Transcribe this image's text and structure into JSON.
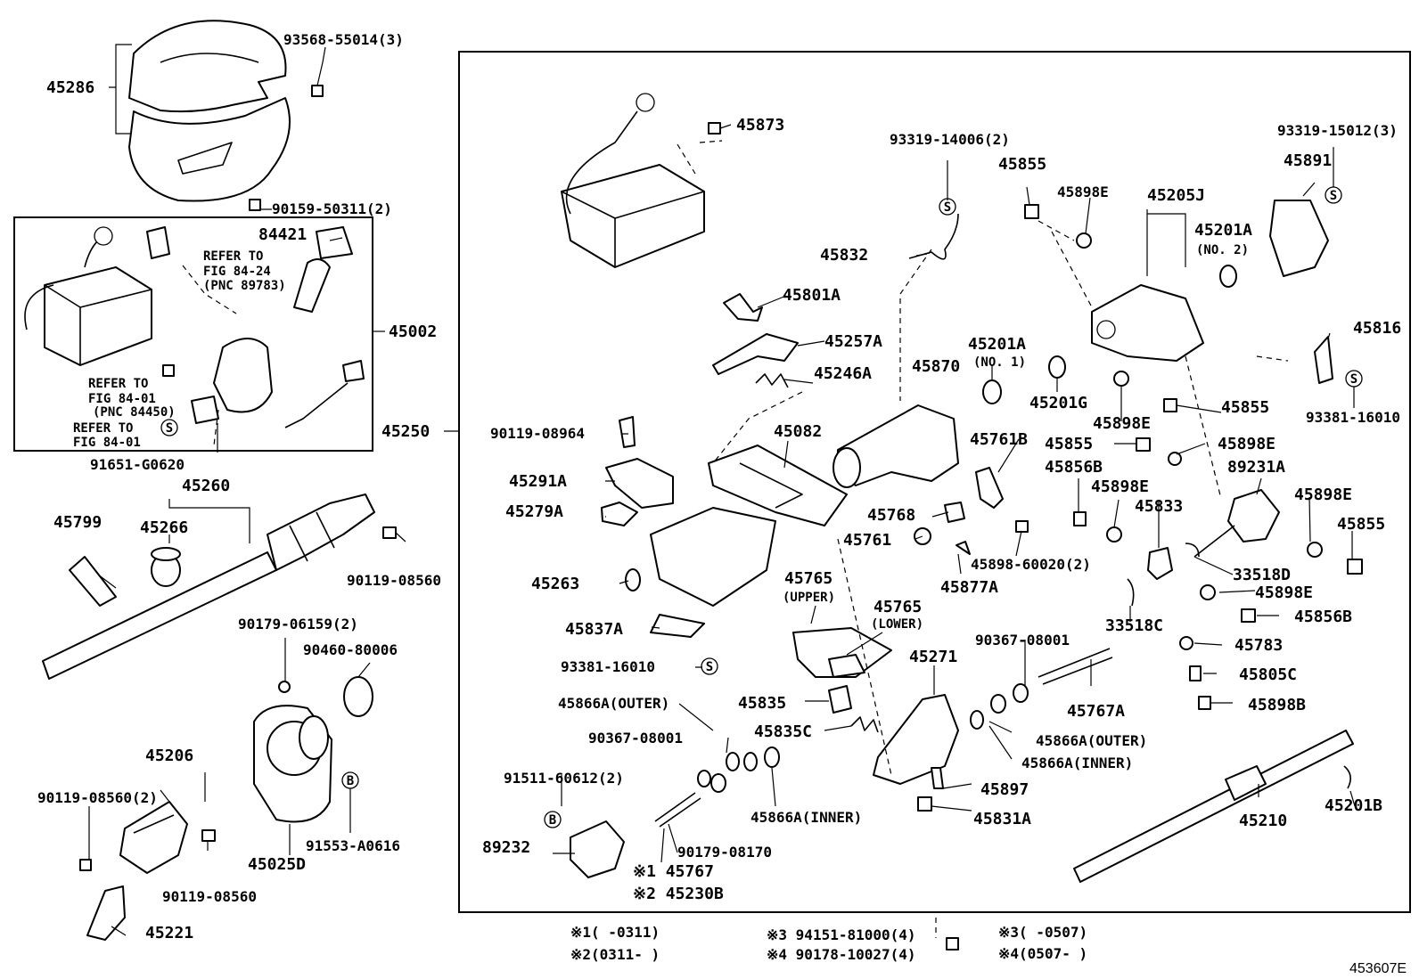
{
  "diagram_id": "453607E",
  "labels": {
    "l01": "93568-55014(3)",
    "l02": "45286",
    "l03": "90159-50311(2)",
    "l04": "84421",
    "l05": "REFER TO",
    "l06": "FIG 84-24",
    "l07": "(PNC 89783)",
    "l08": "45002",
    "l09": "REFER TO",
    "l10": "FIG 84-01",
    "l11": "(PNC 84450)",
    "l12": "REFER TO",
    "l13": "FIG 84-01",
    "l14": "45250",
    "l15": "91651-G0620",
    "l16": "45260",
    "l17": "45799",
    "l18": "45266",
    "l19": "90119-08560",
    "l20": "90179-06159(2)",
    "l21": "90460-80006",
    "l22": "45206",
    "l23": "90119-08560(2)",
    "l24": "90119-08560",
    "l25": "45221",
    "l26": "91553-A0616",
    "l27": "45025D",
    "l28": "45873",
    "l29": "93319-14006(2)",
    "l30": "45855",
    "l31": "45898E",
    "l32": "45205J",
    "l33": "93319-15012(3)",
    "l34": "45891",
    "l35": "45201A",
    "l36": "(NO. 2)",
    "l37": "45832",
    "l38": "45801A",
    "l39": "45257A",
    "l40": "45246A",
    "l41": "45201A",
    "l42": "(NO. 1)",
    "l43": "45870",
    "l44": "45201G",
    "l45": "45898E",
    "l46": "45855",
    "l47": "45816",
    "l48": "93381-16010",
    "l49": "90119-08964",
    "l50": "45082",
    "l51": "45761B",
    "l52": "45855",
    "l53": "45898E",
    "l54": "45856B",
    "l55": "89231A",
    "l56": "45291A",
    "l57": "45898E",
    "l58": "45898E",
    "l59": "45279A",
    "l60": "45768",
    "l61": "45833",
    "l62": "45855",
    "l63": "45761",
    "l64": "45898-60020(2)",
    "l65": "33518D",
    "l66": "45263",
    "l67": "45877A",
    "l68": "45898E",
    "l69": "45765",
    "l70": "(UPPER)",
    "l71": "45765",
    "l72": "(LOWER)",
    "l73": "33518C",
    "l74": "45856B",
    "l75": "45837A",
    "l76": "45783",
    "l77": "93381-16010",
    "l78": "90367-08001",
    "l79": "45271",
    "l80": "45805C",
    "l81": "45866A(OUTER)",
    "l82": "45835",
    "l83": "45767A",
    "l84": "45898B",
    "l85": "90367-08001",
    "l86": "45835C",
    "l87": "45866A(OUTER)",
    "l88": "45866A(INNER)",
    "l89": "91511-60612(2)",
    "l90": "45897",
    "l91": "45866A(INNER)",
    "l92": "45831A",
    "l93": "45210",
    "l94": "45201B",
    "l95": "89232",
    "l96": "90179-08170",
    "l97": "※1 45767",
    "l98": "※2 45230B",
    "l99": "※1(       -0311)",
    "l100": "※2(0311-       )",
    "l101": "※3 94151-81000(4)",
    "l102": "※4 90178-10027(4)",
    "l103": "※3(       -0507)",
    "l104": "※4(0507-       )",
    "l105": "453607E"
  },
  "markers": {
    "s": "S",
    "b": "B"
  }
}
